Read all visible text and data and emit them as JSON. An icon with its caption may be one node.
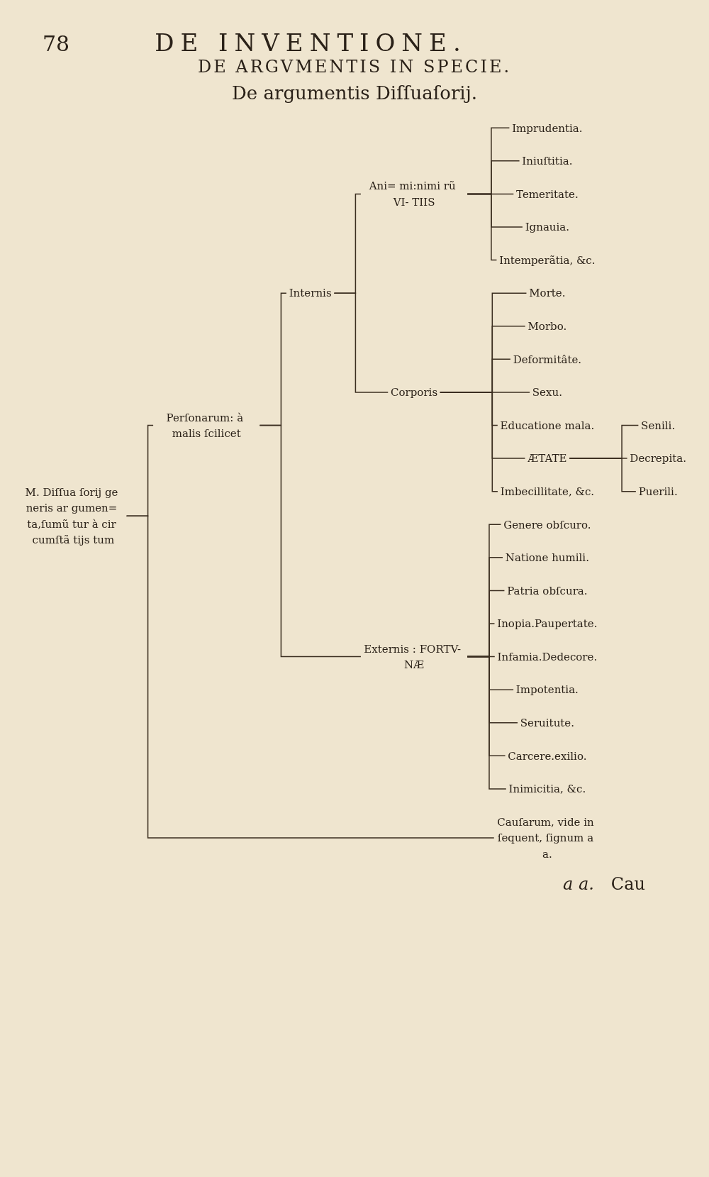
{
  "diagram": {
    "title": "DE ARGVMENTIS IN SPECIE.",
    "nodes": [
      {
        "text": [
          "M. Diſſua ſorij ge neris ar gumen= ta,ſumũ tur à cir cumſtã tijs tum"
        ]
      },
      {
        "text": [
          "Perſonarum: à malis ſcilicet"
        ]
      },
      {
        "text": [
          "Internis"
        ]
      },
      {
        "text": [
          "Ani= mi:nimi rũ VI- TIIS"
        ]
      },
      {
        "text": [
          "Imprudentia."
        ]
      },
      {
        "text": [
          "Iniuſtitia."
        ]
      },
      {
        "text": [
          "Temeritate."
        ]
      },
      {
        "text": [
          "Ignauia."
        ]
      },
      {
        "text": [
          "Intemperãtia, &c."
        ]
      },
      {
        "text": [
          "Corporis"
        ]
      },
      {
        "text": [
          "Morte."
        ]
      },
      {
        "text": [
          "Morbo."
        ]
      },
      {
        "text": [
          "Deformitâte."
        ]
      },
      {
        "text": [
          "Sexu."
        ]
      },
      {
        "text": [
          "Educatione mala."
        ]
      },
      {
        "text": [
          "ÆTATE"
        ]
      },
      {
        "text": [
          "Senili."
        ]
      },
      {
        "text": [
          "Decrepita."
        ]
      },
      {
        "text": [
          "Puerili."
        ]
      },
      {
        "text": [
          "Imbecillitate, &c."
        ]
      },
      {
        "text": [
          "Externis : FORTV- NÆ"
        ]
      },
      {
        "text": [
          "Genere obſcuro."
        ]
      },
      {
        "text": [
          "Natione humili."
        ]
      },
      {
        "text": [
          "Patria obſcura."
        ]
      },
      {
        "text": [
          "Inopia.Paupertate."
        ]
      },
      {
        "text": [
          "Infamia.Dedecore."
        ]
      },
      {
        "text": [
          "Impotentia."
        ]
      },
      {
        "text": [
          "Seruitute."
        ]
      },
      {
        "text": [
          "Carcere.exilio."
        ]
      },
      {
        "text": [
          "Inimicitia, &c."
        ]
      },
      {
        "text": [
          "Cauſarum, vide in ſequent, ſignum a a."
        ]
      }
    ],
    "edges": [
      {
        "from": 0,
        "to": 1,
        "arrow": "none"
      },
      {
        "from": 1,
        "to": 2,
        "arrow": "none"
      },
      {
        "from": 2,
        "to": 3,
        "arrow": "none"
      },
      {
        "from": 3,
        "to": 4,
        "arrow": "none"
      },
      {
        "from": 3,
        "to": 5,
        "arrow": "none"
      },
      {
        "from": 3,
        "to": 6,
        "arrow": "none"
      },
      {
        "from": 3,
        "to": 7,
        "arrow": "none"
      },
      {
        "from": 3,
        "to": 8,
        "arrow": "none"
      },
      {
        "from": 2,
        "to": 9,
        "arrow": "none"
      },
      {
        "from": 9,
        "to": 10,
        "arrow": "none"
      },
      {
        "from": 9,
        "to": 11,
        "arrow": "none"
      },
      {
        "from": 9,
        "to": 12,
        "arrow": "none"
      },
      {
        "from": 9,
        "to": 13,
        "arrow": "none"
      },
      {
        "from": 9,
        "to": 14,
        "arrow": "none"
      },
      {
        "from": 9,
        "to": 15,
        "arrow": "none"
      },
      {
        "from": 15,
        "to": 16,
        "arrow": "none"
      },
      {
        "from": 15,
        "to": 17,
        "arrow": "none"
      },
      {
        "from": 15,
        "to": 18,
        "arrow": "none"
      },
      {
        "from": 9,
        "to": 19,
        "arrow": "none"
      },
      {
        "from": 1,
        "to": 20,
        "arrow": "none"
      },
      {
        "from": 20,
        "to": 21,
        "arrow": "none"
      },
      {
        "from": 20,
        "to": 22,
        "arrow": "none"
      },
      {
        "from": 20,
        "to": 23,
        "arrow": "none"
      },
      {
        "from": 20,
        "to": 24,
        "arrow": "none"
      },
      {
        "from": 20,
        "to": 25,
        "arrow": "none"
      },
      {
        "from": 20,
        "to": 26,
        "arrow": "none"
      },
      {
        "from": 20,
        "to": 27,
        "arrow": "none"
      },
      {
        "from": 20,
        "to": 28,
        "arrow": "none"
      },
      {
        "from": 20,
        "to": 29,
        "arrow": "none"
      },
      {
        "from": 0,
        "to": 30,
        "arrow": "none"
      }
    ],
    "labels": [
      "78",
      "DE INVENTIONE.",
      "De argumentis Diſſuaſorij.",
      "a a.",
      "Cau"
    ]
  }
}
